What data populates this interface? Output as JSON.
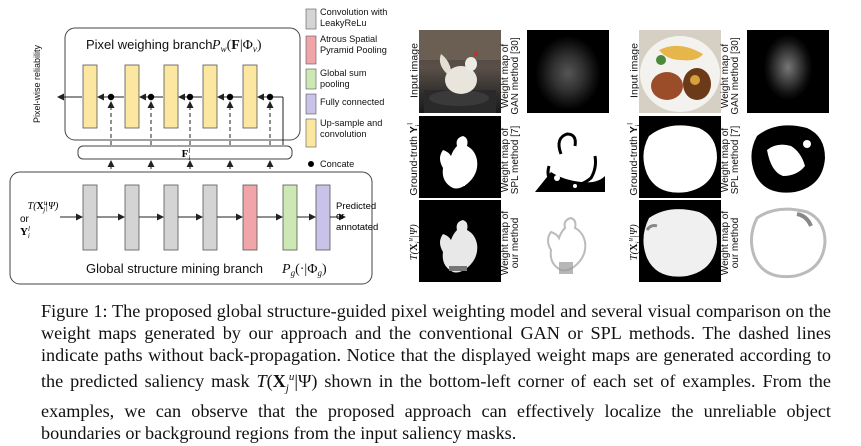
{
  "diagram": {
    "pixel_branch_title": "Pixel weighing branch",
    "pixel_branch_formula": "P_w(F|Φ_v)",
    "global_branch_title": "Global structure mining branch",
    "global_branch_formula": "P_g(·|Φ_g)",
    "side_label": "Pixel-wise reliability",
    "feature_label": "F_i^l",
    "input_top": "T(X_j^u|Ψ)",
    "input_or": "or",
    "input_bottom": "Y_i^l",
    "output_label": "Predicted or annotated"
  },
  "legend": [
    {
      "label": "Convolution with LeakyReLu",
      "color": "#d4d4d4"
    },
    {
      "label": "Atrous Spatial Pyramid Pooling",
      "color": "#f0a6a8"
    },
    {
      "label": "Global sum pooling",
      "color": "#cde8b5"
    },
    {
      "label": "Fully connected",
      "color": "#c9c3ea"
    },
    {
      "label": "Up-sample and convolution",
      "color": "#fbe7a0"
    },
    {
      "label": "Concate",
      "color": "#000000"
    }
  ],
  "examples": {
    "left": {
      "row_labels": [
        "Input image",
        "Ground-truth Y_i^l",
        "T(X_j^u|Ψ)"
      ],
      "weight_labels": [
        "Weight map of GAN method [30]",
        "Weight map of SPL method [7]",
        "Weight map of our method"
      ]
    },
    "right": {
      "row_labels": [
        "Input image",
        "Ground-truth Y_i^l",
        "T(X_j^u|Ψ)"
      ],
      "weight_labels": [
        "Weight map of GAN method [30]",
        "Weight map of SPL method [7]",
        "Weight map of our method"
      ]
    }
  },
  "caption": "Figure 1: The proposed global structure-guided pixel weighting model and several visual comparison on the weight maps generated by our approach and the conventional GAN or SPL methods. The dashed lines indicate paths without back-propagation. Notice that the displayed weight maps are generated according to the predicted saliency mask T(X_j^u|Ψ) shown in the bottom-left corner of each set of examples. From the examples, we can observe that the proposed approach can effectively localize the unreliable object boundaries or background regions from the input saliency masks."
}
